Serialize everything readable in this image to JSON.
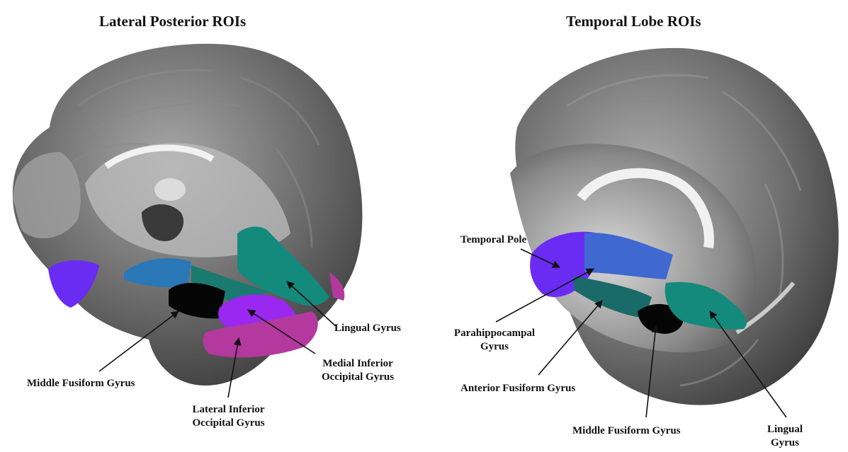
{
  "figure": {
    "left_panel": {
      "title": "Lateral Posterior ROIs",
      "labels": {
        "lingual_gyrus": "Lingual Gyrus",
        "medial_inferior_occipital_line1": "Medial Inferior",
        "medial_inferior_occipital_line2": "Occipital Gyrus",
        "middle_fusiform_gyrus": "Middle Fusiform Gyrus",
        "lateral_inferior_occipital_line1": "Lateral Inferior",
        "lateral_inferior_occipital_line2": "Occipital Gyrus"
      }
    },
    "right_panel": {
      "title": "Temporal Lobe ROIs",
      "labels": {
        "temporal_pole": "Temporal Pole",
        "parahippocampal_line1": "Parahippocampal",
        "parahippocampal_line2": "Gyrus",
        "anterior_fusiform_gyrus": "Anterior Fusiform Gyrus",
        "middle_fusiform_gyrus": "Middle Fusiform Gyrus",
        "lingual_line1": "Lingual",
        "lingual_line2": "Gyrus"
      }
    },
    "roi_colors": {
      "lingual": "#138a7c",
      "medial_inferior_occipital": "#9a28f0",
      "lateral_inferior_occipital": "#b3399e",
      "middle_fusiform": "#050505",
      "anterior_fusiform": "#1a6a6a",
      "parahippocampal": "#3f68d0",
      "temporal_pole": "#6a2cf2"
    }
  }
}
